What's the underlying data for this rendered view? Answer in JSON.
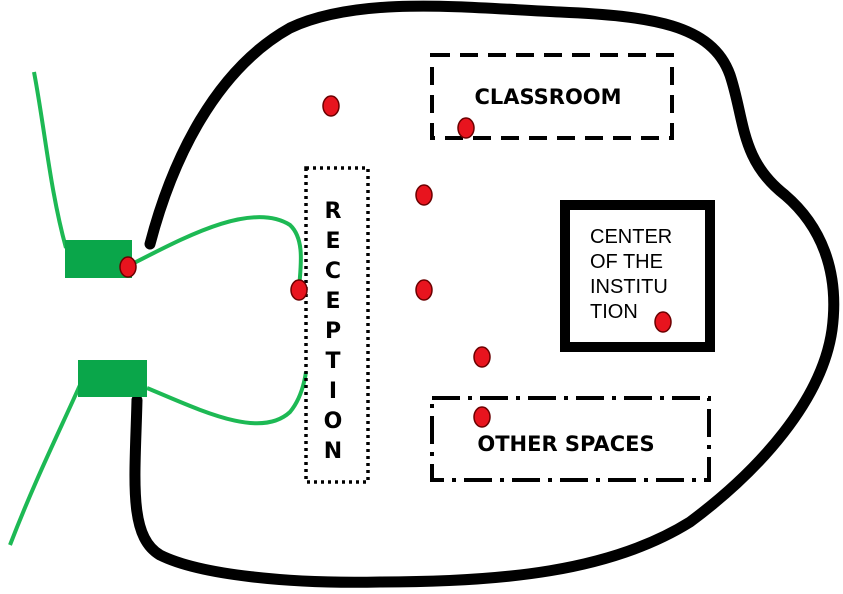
{
  "diagram": {
    "classroom": {
      "label": "CLASSROOM"
    },
    "reception": {
      "letters": [
        "R",
        "E",
        "C",
        "E",
        "P",
        "T",
        "I",
        "O",
        "N"
      ]
    },
    "center": {
      "lines": [
        "CENTER",
        "OF THE",
        "INSTITU",
        "TION"
      ]
    },
    "other_spaces": {
      "label": "OTHER SPACES"
    }
  },
  "colors": {
    "boundary": "#000000",
    "path": "#1db954",
    "entrance": "#0aa64a",
    "node_fill": "#e8141e",
    "node_stroke": "#6a0000"
  }
}
